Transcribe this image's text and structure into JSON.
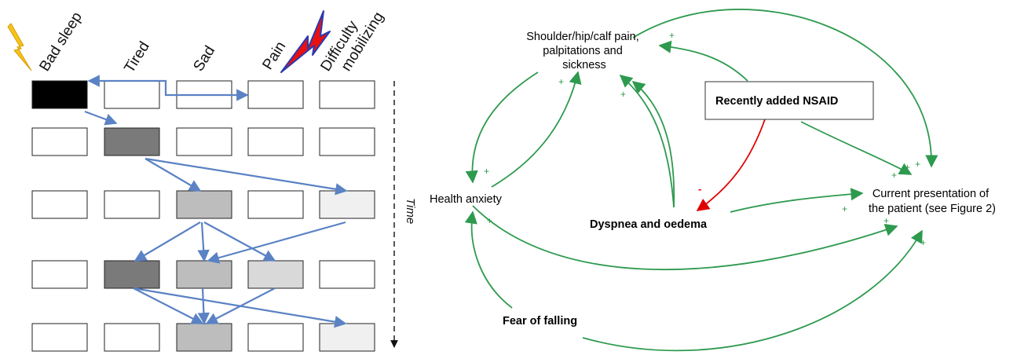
{
  "left_panel": {
    "columns": [
      "Bad sleep",
      "Tired",
      "Sad",
      "Pain",
      "Difficulty\nmobilizing"
    ],
    "time_label": "Time",
    "grid": [
      [
        "#000000",
        "#ffffff",
        "#ffffff",
        "#ffffff",
        "#ffffff"
      ],
      [
        "#ffffff",
        "#7a7a7a",
        "#ffffff",
        "#ffffff",
        "#ffffff"
      ],
      [
        "#ffffff",
        "#ffffff",
        "#bdbdbd",
        "#ffffff",
        "#f0f0f0"
      ],
      [
        "#ffffff",
        "#7a7a7a",
        "#bdbdbd",
        "#d9d9d9",
        "#ffffff"
      ],
      [
        "#ffffff",
        "#ffffff",
        "#bdbdbd",
        "#ffffff",
        "#f0f0f0"
      ]
    ],
    "icons": [
      "lightning-bolt-yellow-icon",
      "lightning-bolt-red-icon"
    ],
    "colors": {
      "arrow": "#5a82c4",
      "bolt_yellow": "#f6c21c",
      "bolt_red": "#e81010"
    }
  },
  "right_panel": {
    "nodes": {
      "pain": "Shoulder/hip/calf pain,\npalpitations and\nsickness",
      "nsaid": "Recently added NSAID",
      "anxiety": "Health anxiety",
      "dyspnea": "Dyspnea and oedema",
      "presentation": "Current presentation of\nthe patient (see Figure 2)",
      "falling": "Fear of falling"
    },
    "signs": {
      "plus": "+",
      "minus": "-"
    },
    "colors": {
      "positive": "#2e9a4e",
      "negative": "#e00000"
    }
  }
}
